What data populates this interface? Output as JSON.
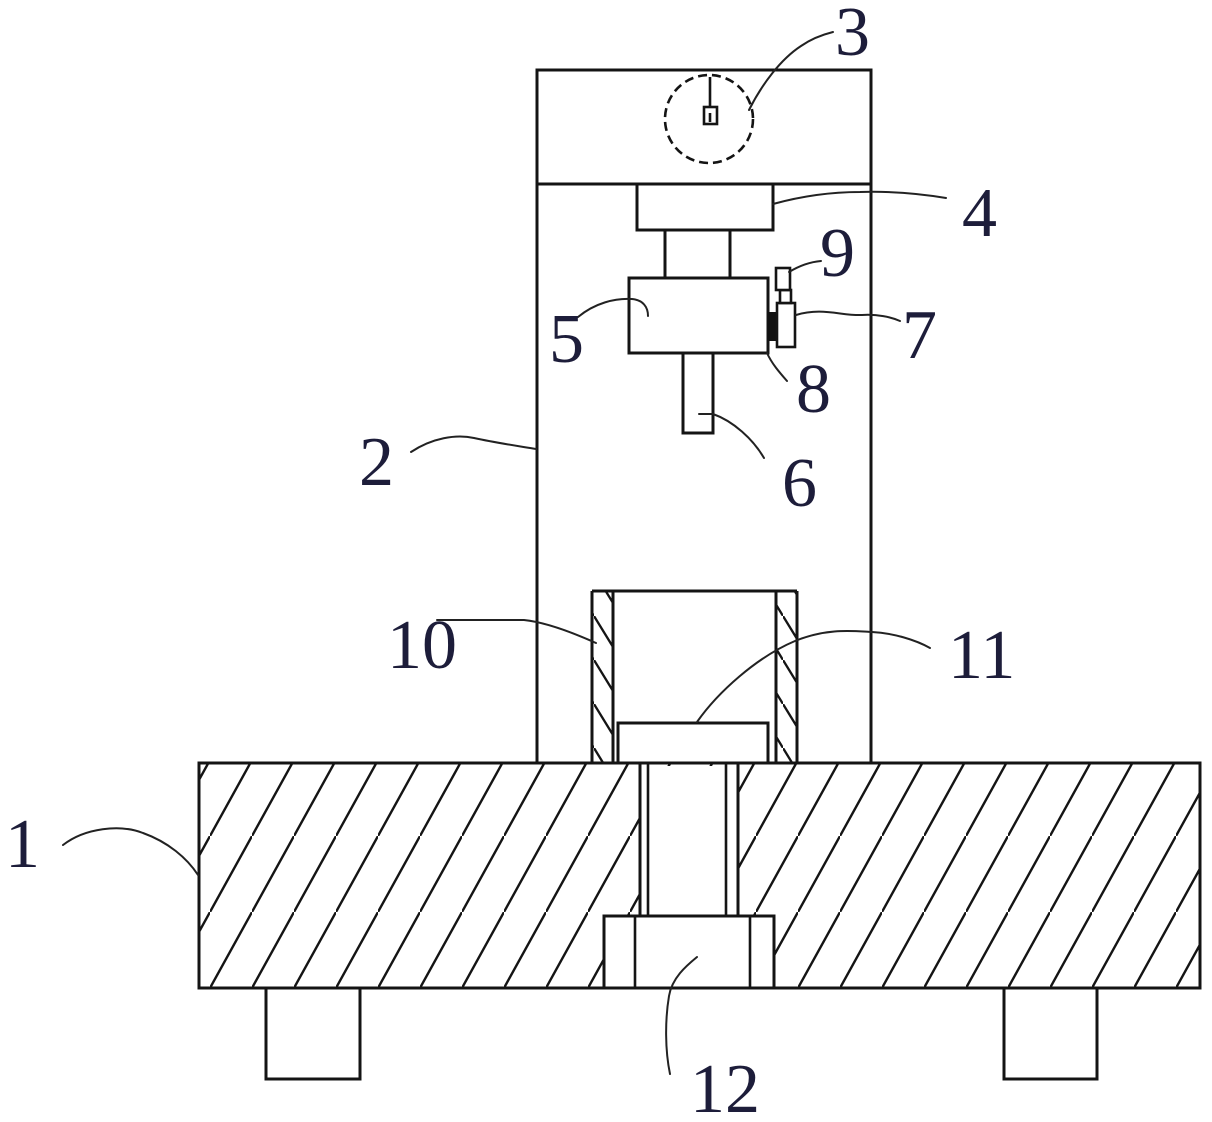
{
  "figure": {
    "background": "#ffffff",
    "line_color": "#141414",
    "leader_color": "#222222",
    "label_color": "#1d1d3a",
    "filled_part_color": "#111111",
    "labels": [
      {
        "id": 1,
        "text": "1"
      },
      {
        "id": 2,
        "text": "2"
      },
      {
        "id": 3,
        "text": "3"
      },
      {
        "id": 4,
        "text": "4"
      },
      {
        "id": 5,
        "text": "5"
      },
      {
        "id": 6,
        "text": "6"
      },
      {
        "id": 7,
        "text": "7"
      },
      {
        "id": 8,
        "text": "8"
      },
      {
        "id": 9,
        "text": "9"
      },
      {
        "id": 10,
        "text": "10"
      },
      {
        "id": 11,
        "text": "11"
      },
      {
        "id": 12,
        "text": "12"
      }
    ]
  }
}
